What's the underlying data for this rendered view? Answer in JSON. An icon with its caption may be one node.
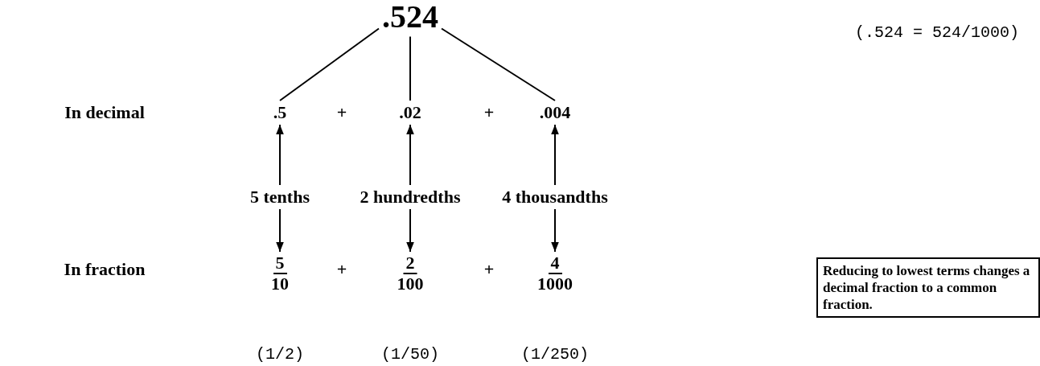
{
  "diagram": {
    "nodes": [
      {
        "text": [
          ".524"
        ]
      },
      {
        "text": [
          ".5"
        ]
      },
      {
        "text": [
          ".02"
        ]
      },
      {
        "text": [
          ".004"
        ]
      },
      {
        "text": [
          "5 tenths"
        ]
      },
      {
        "text": [
          "2 hundredths"
        ]
      },
      {
        "text": [
          "4 thousandths"
        ]
      },
      {
        "text": [
          "5",
          "10"
        ]
      },
      {
        "text": [
          "2",
          "100"
        ]
      },
      {
        "text": [
          "4",
          "1000"
        ]
      },
      {
        "text": [
          "Reducing to lowest terms changes a decimal fraction to a common fraction."
        ]
      }
    ],
    "edges": [
      {
        "from": 0,
        "to": 1,
        "arrow": "none"
      },
      {
        "from": 0,
        "to": 2,
        "arrow": "none"
      },
      {
        "from": 0,
        "to": 3,
        "arrow": "none"
      },
      {
        "from": 4,
        "to": 1,
        "arrow": "to"
      },
      {
        "from": 5,
        "to": 2,
        "arrow": "to"
      },
      {
        "from": 6,
        "to": 3,
        "arrow": "to"
      },
      {
        "from": 4,
        "to": 7,
        "arrow": "to"
      },
      {
        "from": 5,
        "to": 8,
        "arrow": "to"
      },
      {
        "from": 6,
        "to": 9,
        "arrow": "to"
      }
    ],
    "labels": [
      "(.524 = 524/1000)",
      "In decimal",
      "+",
      "+",
      "In fraction",
      "+",
      "+",
      "(1/2)",
      "(1/50)",
      "(1/250)"
    ]
  }
}
